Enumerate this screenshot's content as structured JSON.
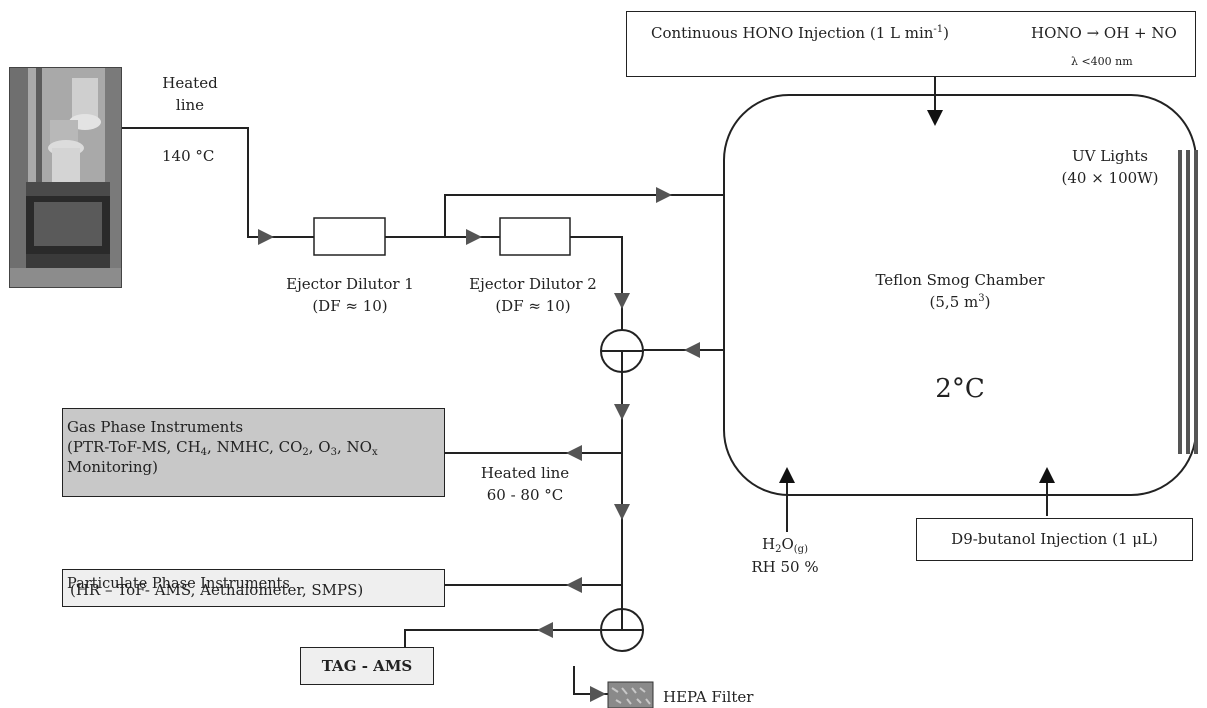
{
  "heated_line_1": {
    "line1": "Heated",
    "line2": "line",
    "temp": "140 °C"
  },
  "ejector_1": {
    "name": "Ejector Dilutor 1",
    "df": "(DF ≈ 10)"
  },
  "ejector_2": {
    "name": "Ejector Dilutor 2",
    "df": "(DF ≈ 10)"
  },
  "hono": {
    "label": "Continuous HONO Injection (1 L min",
    "unit_exp": "-1",
    "close": ")",
    "reaction": "HONO → OH + NO",
    "wavelength": "λ <400 nm"
  },
  "chamber": {
    "name": "Teflon Smog Chamber",
    "volume_pre": "(5,5 m",
    "volume_exp": "3",
    "volume_post": ")",
    "temperature": "2°C"
  },
  "uv_lights": {
    "line1": "UV Lights",
    "line2": "(40 × 100W)"
  },
  "gas_phase": {
    "title": "Gas Phase Instruments",
    "line2_a": "(PTR-ToF-MS, CH",
    "line2_b": "4",
    "line2_c": ", NMHC, CO",
    "line2_d": "2",
    "line2_e": ", O",
    "line2_f": "3",
    "line2_g": ", NO",
    "line2_h": "x",
    "line3": "Monitoring)"
  },
  "heated_line_2": {
    "line1": "Heated line",
    "line2": "60 - 80 °C"
  },
  "particulate": {
    "title": "Particulate Phase Instruments",
    "list": "(HR – ToF- AMS, Aethalometer, SMPS)"
  },
  "tag_ams": "TAG - AMS",
  "hepa": "HEPA Filter",
  "water": {
    "pre": "H",
    "sub1": "2",
    "mid": "O",
    "sub2": "(g)",
    "rh": "RH 50 %"
  },
  "butanol": "D9-butanol Injection (1 μL)",
  "colors": {
    "line": "#222222",
    "arrow": "#555555",
    "gas_box": "#c8c8c8",
    "part_box": "#efefef",
    "tag_box": "#efefef"
  }
}
